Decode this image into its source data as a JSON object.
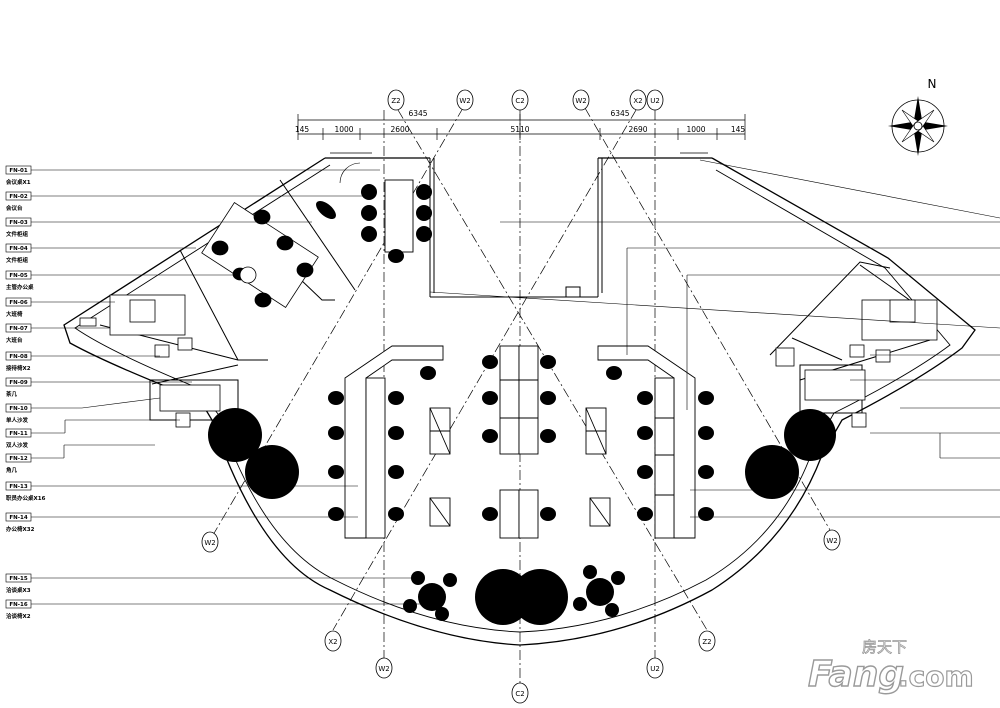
{
  "labels": [
    {
      "code": "FN-01",
      "desc": "会议桌X1"
    },
    {
      "code": "FN-02",
      "desc": "会议台"
    },
    {
      "code": "FN-03",
      "desc": "文件柜组"
    },
    {
      "code": "FN-04",
      "desc": "文件柜组"
    },
    {
      "code": "FN-05",
      "desc": "主管办公桌"
    },
    {
      "code": "FN-06",
      "desc": "大班椅"
    },
    {
      "code": "FN-07",
      "desc": "大班台"
    },
    {
      "code": "FN-08",
      "desc": "接待椅X2"
    },
    {
      "code": "FN-09",
      "desc": "茶几"
    },
    {
      "code": "FN-10",
      "desc": "单人沙发"
    },
    {
      "code": "FN-11",
      "desc": "双人沙发"
    },
    {
      "code": "FN-12",
      "desc": "角几"
    },
    {
      "code": "FN-13",
      "desc": "职员办公桌X16"
    },
    {
      "code": "FN-14",
      "desc": "办公椅X32"
    },
    {
      "code": "FN-15",
      "desc": "洽谈桌X3"
    },
    {
      "code": "FN-16",
      "desc": "洽谈椅X2"
    }
  ],
  "dimensions": {
    "top_total_left": "6345",
    "top_total_right": "6345",
    "segments": [
      "145",
      "1000",
      "2600",
      "5110",
      "2690",
      "1000",
      "145"
    ]
  },
  "axes": {
    "top": [
      "Z2",
      "W2",
      "C2",
      "W2",
      "X2",
      "U2"
    ],
    "bottom_left": "W2",
    "bottom_left_x": "X2",
    "bottom_mid": "C2",
    "bottom_w": "W2",
    "bottom_u": "U2",
    "bottom_z": "Z2",
    "right_w": "W2"
  },
  "compass": {
    "north": "N"
  },
  "watermark": {
    "chinese": "房天下",
    "brand": "Fang",
    "suffix": ".com"
  }
}
